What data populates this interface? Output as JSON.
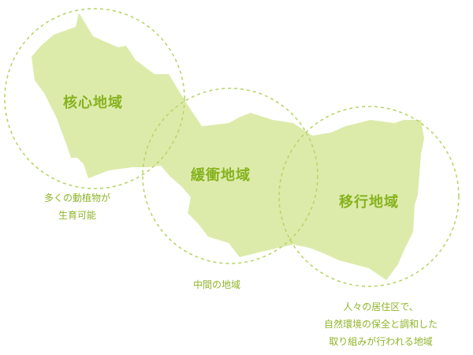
{
  "colors": {
    "fill": "#dcebaa",
    "circle_stroke": "#b9d56c",
    "title": "#86b21e",
    "caption": "#8fb52b"
  },
  "zones": [
    {
      "id": "core",
      "title": "核心地域",
      "caption": [
        "多くの動植物が",
        "生育可能"
      ]
    },
    {
      "id": "buffer",
      "title": "緩衝地域",
      "caption": [
        "中間の地域"
      ]
    },
    {
      "id": "transition",
      "title": "移行地域",
      "caption": [
        "人々の居住区で、",
        "自然環境の保全と調和した",
        "取り組みが行われる地域"
      ]
    }
  ]
}
